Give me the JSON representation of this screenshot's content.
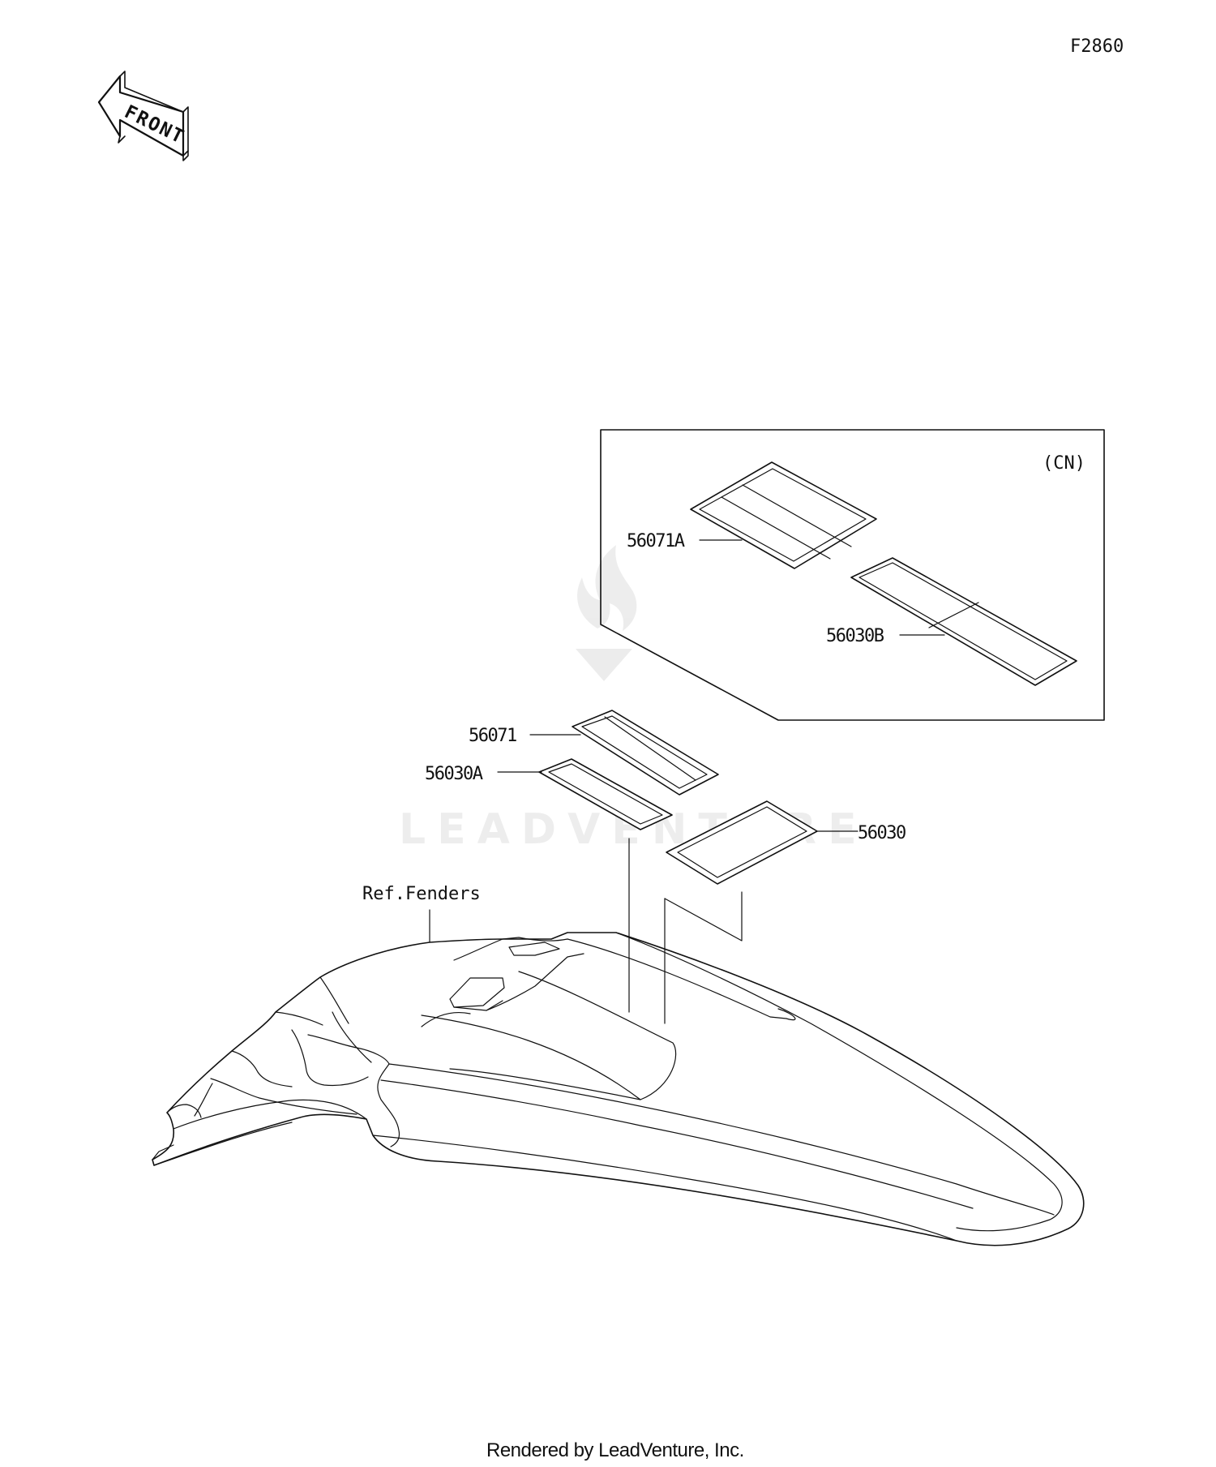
{
  "figure_code": "F2860",
  "front_arrow": {
    "label": "FRONT"
  },
  "inset": {
    "region_label": "(CN)"
  },
  "parts": {
    "p56071A": "56071A",
    "p56030B": "56030B",
    "p56071": "56071",
    "p56030A": "56030A",
    "p56030": "56030"
  },
  "reference": {
    "label": "Ref.Fenders"
  },
  "watermark": {
    "brand": "LEADVENTURE"
  },
  "footer": {
    "text": "Rendered by LeadVenture, Inc."
  }
}
